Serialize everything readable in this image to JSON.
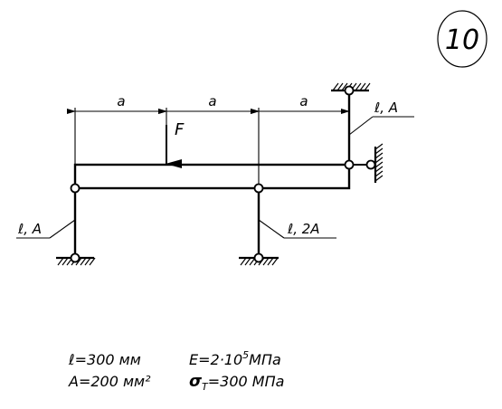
{
  "problem_number": "10",
  "labels": {
    "segment_1": "a",
    "segment_2": "a",
    "segment_3": "a",
    "force": "F",
    "rod_left": "ℓ, A",
    "rod_middle": "ℓ, 2A",
    "rod_right": "ℓ, A"
  },
  "given": {
    "length": "ℓ=300 мм",
    "area": "A=200 мм²",
    "modulus_prefix": "E=2·10",
    "modulus_exponent": "5",
    "modulus_unit": "МПа",
    "yield_symbol": "σ",
    "yield_subscript": "Т",
    "yield_value": "=300 МПа"
  }
}
